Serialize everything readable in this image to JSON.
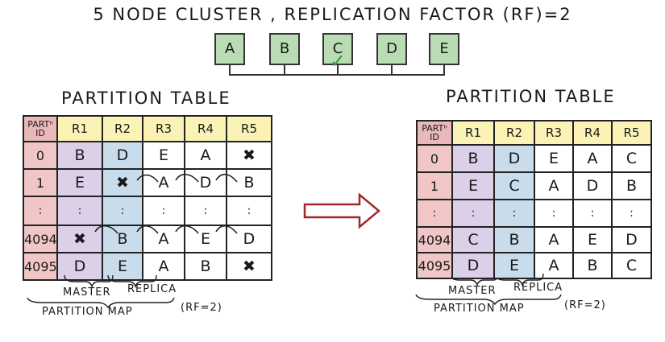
{
  "title": "5 NODE CLUSTER , REPLICATION FACTOR (RF)=2",
  "nodes": [
    "A",
    "B",
    "C",
    "D",
    "E"
  ],
  "colors": {
    "node": "#b9dcb4",
    "check": "#2d9b3a",
    "header": "#fbf3b5",
    "id": "#f0c6c6",
    "master": "#dccfe8",
    "replica": "#c8dcec",
    "arrow": "#a3262a"
  },
  "left": {
    "table_title": "PARTITION TABLE",
    "headers": [
      "PARTⁿ ID",
      "R1",
      "R2",
      "R3",
      "R4",
      "R5"
    ],
    "rows": [
      {
        "id": "0",
        "cells": [
          "B",
          "D",
          "E",
          "A",
          "✖"
        ]
      },
      {
        "id": "1",
        "cells": [
          "E",
          "✖",
          "A",
          "D",
          "B"
        ]
      },
      {
        "id": ":",
        "cells": [
          ":",
          ":",
          ":",
          ":",
          ":"
        ]
      },
      {
        "id": "4094",
        "cells": [
          "✖",
          "B",
          "A",
          "E",
          "D"
        ]
      },
      {
        "id": "4095",
        "cells": [
          "D",
          "E",
          "A",
          "B",
          "✖"
        ]
      }
    ],
    "master_label": "MASTER",
    "replica_label": "REPLICA",
    "map_label": "PARTITION MAP",
    "rf_label": "(RF=2)"
  },
  "right": {
    "table_title": "PARTITION TABLE",
    "headers": [
      "PARTⁿ ID",
      "R1",
      "R2",
      "R3",
      "R4",
      "R5"
    ],
    "rows": [
      {
        "id": "0",
        "cells": [
          "B",
          "D",
          "E",
          "A",
          "C"
        ]
      },
      {
        "id": "1",
        "cells": [
          "E",
          "C",
          "A",
          "D",
          "B"
        ]
      },
      {
        "id": ":",
        "cells": [
          ":",
          ":",
          ":",
          ":",
          ":"
        ]
      },
      {
        "id": "4094",
        "cells": [
          "C",
          "B",
          "A",
          "E",
          "D"
        ]
      },
      {
        "id": "4095",
        "cells": [
          "D",
          "E",
          "A",
          "B",
          "C"
        ]
      }
    ],
    "master_label": "MASTER",
    "replica_label": "REPLICA",
    "map_label": "PARTITION MAP",
    "rf_label": "(RF=2)"
  }
}
